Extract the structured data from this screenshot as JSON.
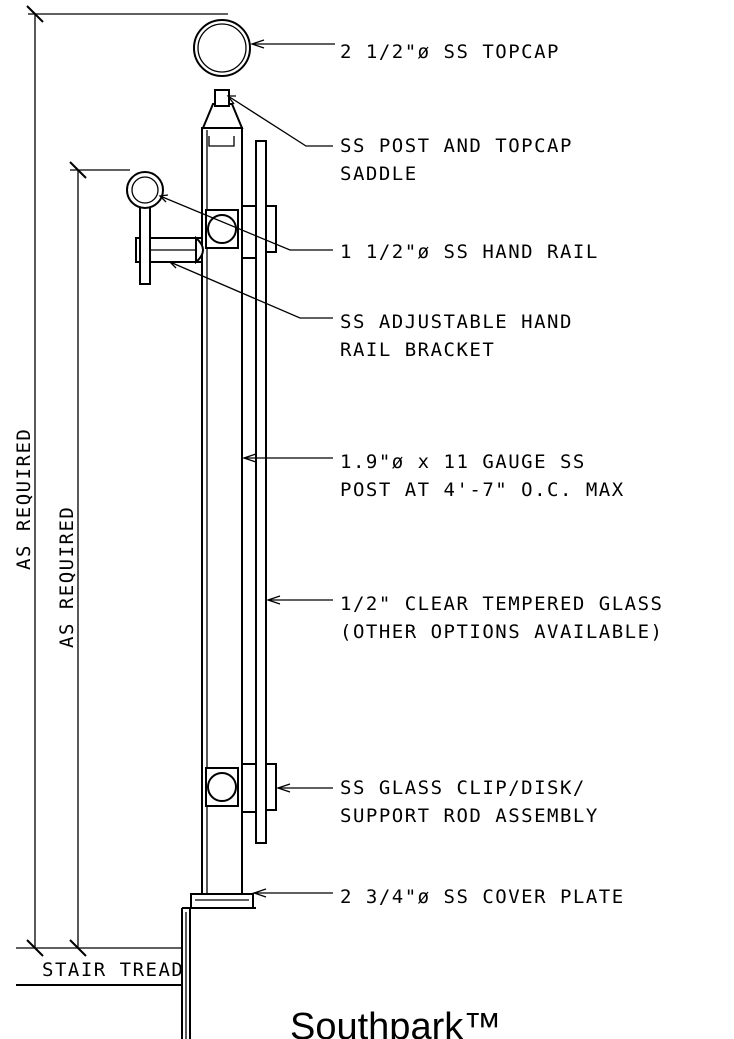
{
  "callouts": [
    {
      "id": "topcap",
      "lines": [
        "2 1/2\"ø SS TOPCAP"
      ]
    },
    {
      "id": "saddle",
      "lines": [
        "SS POST AND TOPCAP",
        "SADDLE"
      ]
    },
    {
      "id": "handrail",
      "lines": [
        "1 1/2\"ø SS HAND RAIL"
      ]
    },
    {
      "id": "bracket",
      "lines": [
        "SS ADJUSTABLE HAND",
        "RAIL BRACKET"
      ]
    },
    {
      "id": "post",
      "lines": [
        "1.9\"ø x 11 GAUGE SS",
        "POST AT 4'-7\" O.C. MAX"
      ]
    },
    {
      "id": "glass",
      "lines": [
        "1/2\" CLEAR TEMPERED GLASS",
        "(OTHER OPTIONS AVAILABLE)"
      ]
    },
    {
      "id": "clip",
      "lines": [
        "SS GLASS CLIP/DISK/",
        "SUPPORT ROD ASSEMBLY"
      ]
    },
    {
      "id": "cover",
      "lines": [
        "2 3/4\"ø SS COVER PLATE"
      ]
    }
  ],
  "dimensions": {
    "outer": "AS REQUIRED",
    "inner": "AS REQUIRED"
  },
  "stair_label": "STAIR TREAD",
  "brand": "Southpark™"
}
